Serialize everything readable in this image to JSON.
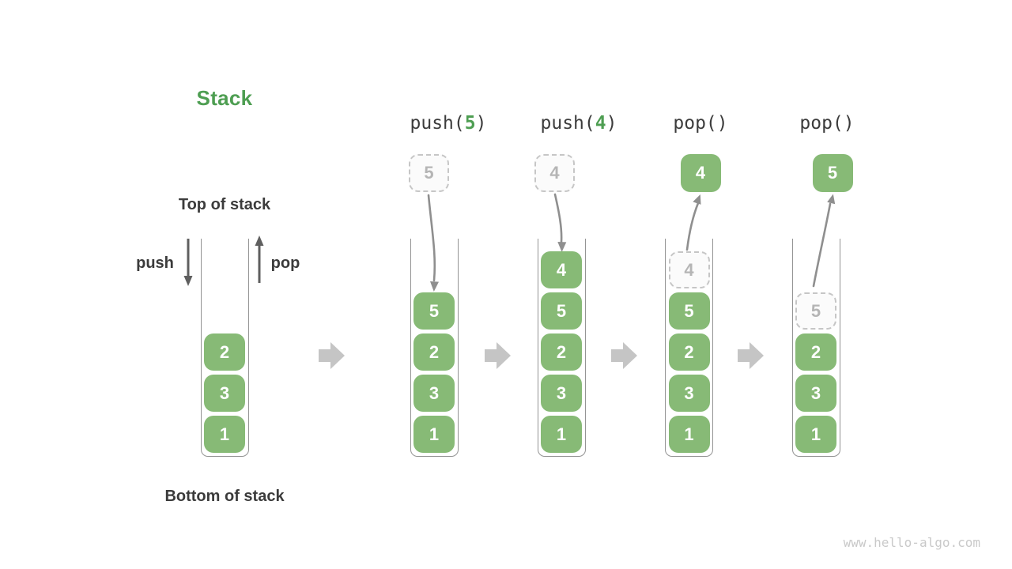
{
  "header": {
    "title": "Stack"
  },
  "labels": {
    "top_of_stack": "Top of stack",
    "bottom_of_stack": "Bottom of stack",
    "push": "push",
    "pop": "pop"
  },
  "footer": {
    "watermark": "www.hello-algo.com"
  },
  "colors": {
    "title_green": "#4e9e52",
    "box_green": "#87ba76",
    "box_text": "#ffffff",
    "dashed_border": "#c6c6c6",
    "dashed_text": "#b5b5b5",
    "label_text": "#3b3b3b",
    "curved_arrow": "#8f8f8f",
    "straight_arrow": "#5f5f5f",
    "block_arrow": "#c5c5c5",
    "container_wall": "#949494",
    "watermark": "#c9c9c9"
  },
  "columns": [
    {
      "id": "initial",
      "stack_top_to_bottom": [
        {
          "value": "2"
        },
        {
          "value": "3"
        },
        {
          "value": "1"
        }
      ]
    },
    {
      "id": "push-5",
      "op": {
        "pre": "push(",
        "arg": "5",
        "post": ")"
      },
      "floating": {
        "value": "5",
        "dashed": true
      },
      "stack_top_to_bottom": [
        {
          "value": "5"
        },
        {
          "value": "2"
        },
        {
          "value": "3"
        },
        {
          "value": "1"
        }
      ]
    },
    {
      "id": "push-4",
      "op": {
        "pre": "push(",
        "arg": "4",
        "post": ")"
      },
      "floating": {
        "value": "4",
        "dashed": true
      },
      "stack_top_to_bottom": [
        {
          "value": "4"
        },
        {
          "value": "5"
        },
        {
          "value": "2"
        },
        {
          "value": "3"
        },
        {
          "value": "1"
        }
      ]
    },
    {
      "id": "pop-first",
      "op": {
        "pre": "pop(",
        "arg": "",
        "post": ")"
      },
      "floating": {
        "value": "4",
        "dashed": false
      },
      "stack_top_to_bottom": [
        {
          "value": "4",
          "dashed": true
        },
        {
          "value": "5"
        },
        {
          "value": "2"
        },
        {
          "value": "3"
        },
        {
          "value": "1"
        }
      ]
    },
    {
      "id": "pop-second",
      "op": {
        "pre": "pop(",
        "arg": "",
        "post": ")"
      },
      "floating": {
        "value": "5",
        "dashed": false
      },
      "stack_top_to_bottom": [
        {
          "value": "5",
          "dashed": true
        },
        {
          "value": "2"
        },
        {
          "value": "3"
        },
        {
          "value": "1"
        }
      ]
    }
  ]
}
